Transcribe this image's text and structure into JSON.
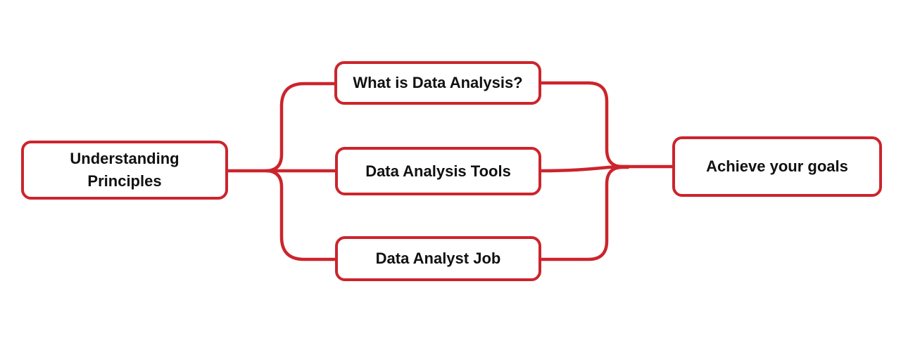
{
  "diagram": {
    "type": "mind-map-flowchart",
    "background_color": "#ffffff",
    "accent_color": "#cc242c",
    "text_color": "#111111",
    "nodes": {
      "root": {
        "label": "Understanding Principles"
      },
      "branch_top": {
        "label": "What is Data Analysis?"
      },
      "branch_middle": {
        "label": "Data Analysis Tools"
      },
      "branch_bottom": {
        "label": "Data Analyst Job"
      },
      "goal": {
        "label": "Achieve your goals"
      }
    },
    "edges": [
      {
        "from": "root",
        "to": "branch_top"
      },
      {
        "from": "root",
        "to": "branch_middle"
      },
      {
        "from": "root",
        "to": "branch_bottom"
      },
      {
        "from": "branch_top",
        "to": "goal"
      },
      {
        "from": "branch_middle",
        "to": "goal"
      },
      {
        "from": "branch_bottom",
        "to": "goal"
      }
    ]
  }
}
